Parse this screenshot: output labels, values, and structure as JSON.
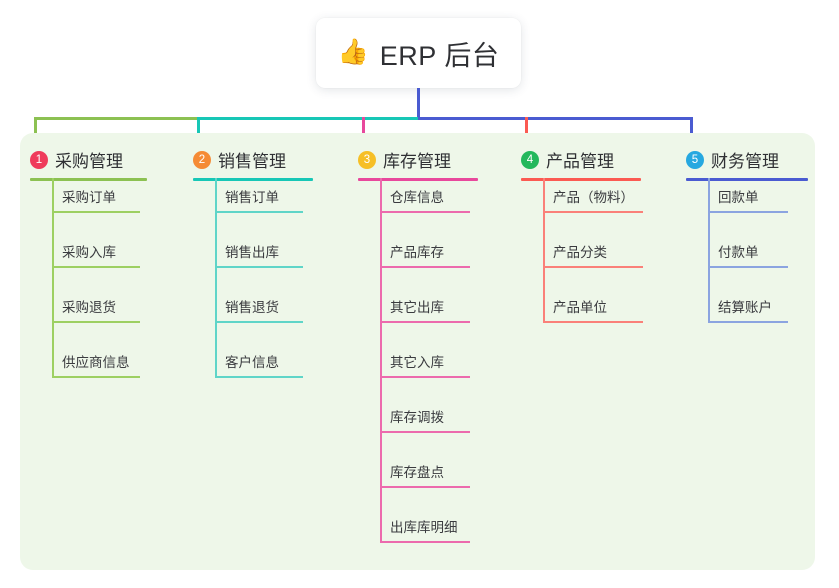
{
  "root": {
    "icon": "thumbs-up-icon",
    "icon_glyph": "👍",
    "title": "ERP 后台"
  },
  "colors": {
    "panel_bg": "#eef7e9",
    "card_bg": "#ffffff",
    "root_stem": "#4a5bd1",
    "text": "#2f3034",
    "col1": "#8cc152",
    "col2": "#17c7b6",
    "col3": "#e8489c",
    "col4": "#fb5a52",
    "col5": "#4a5bd1",
    "badge1": "#ef3b5b",
    "badge2": "#f58b35",
    "badge3": "#f6bf26",
    "badge4": "#23b85c",
    "badge5": "#26a8e0"
  },
  "columns": [
    {
      "index": "1",
      "title": "采购管理",
      "accent": "#8cc152",
      "badge_color": "#ef3b5b",
      "line_color": "#9dd062",
      "items": [
        "采购订单",
        "采购入库",
        "采购退货",
        "供应商信息"
      ]
    },
    {
      "index": "2",
      "title": "销售管理",
      "accent": "#17c7b6",
      "badge_color": "#f58b35",
      "line_color": "#5fd5c8",
      "items": [
        "销售订单",
        "销售出库",
        "销售退货",
        "客户信息"
      ]
    },
    {
      "index": "3",
      "title": "库存管理",
      "accent": "#e8489c",
      "badge_color": "#f6bf26",
      "line_color": "#ec6aad",
      "items": [
        "仓库信息",
        "产品库存",
        "其它出库",
        "其它入库",
        "库存调拨",
        "库存盘点",
        "出库库明细"
      ]
    },
    {
      "index": "4",
      "title": "产品管理",
      "accent": "#fb5a52",
      "badge_color": "#23b85c",
      "line_color": "#fa8079",
      "items": [
        "产品（物料）",
        "产品分类",
        "产品单位"
      ]
    },
    {
      "index": "5",
      "title": "财务管理",
      "accent": "#4a5bd1",
      "badge_color": "#26a8e0",
      "line_color": "#8ba4e0",
      "items": [
        "回款单",
        "付款单",
        "结算账户"
      ]
    }
  ]
}
